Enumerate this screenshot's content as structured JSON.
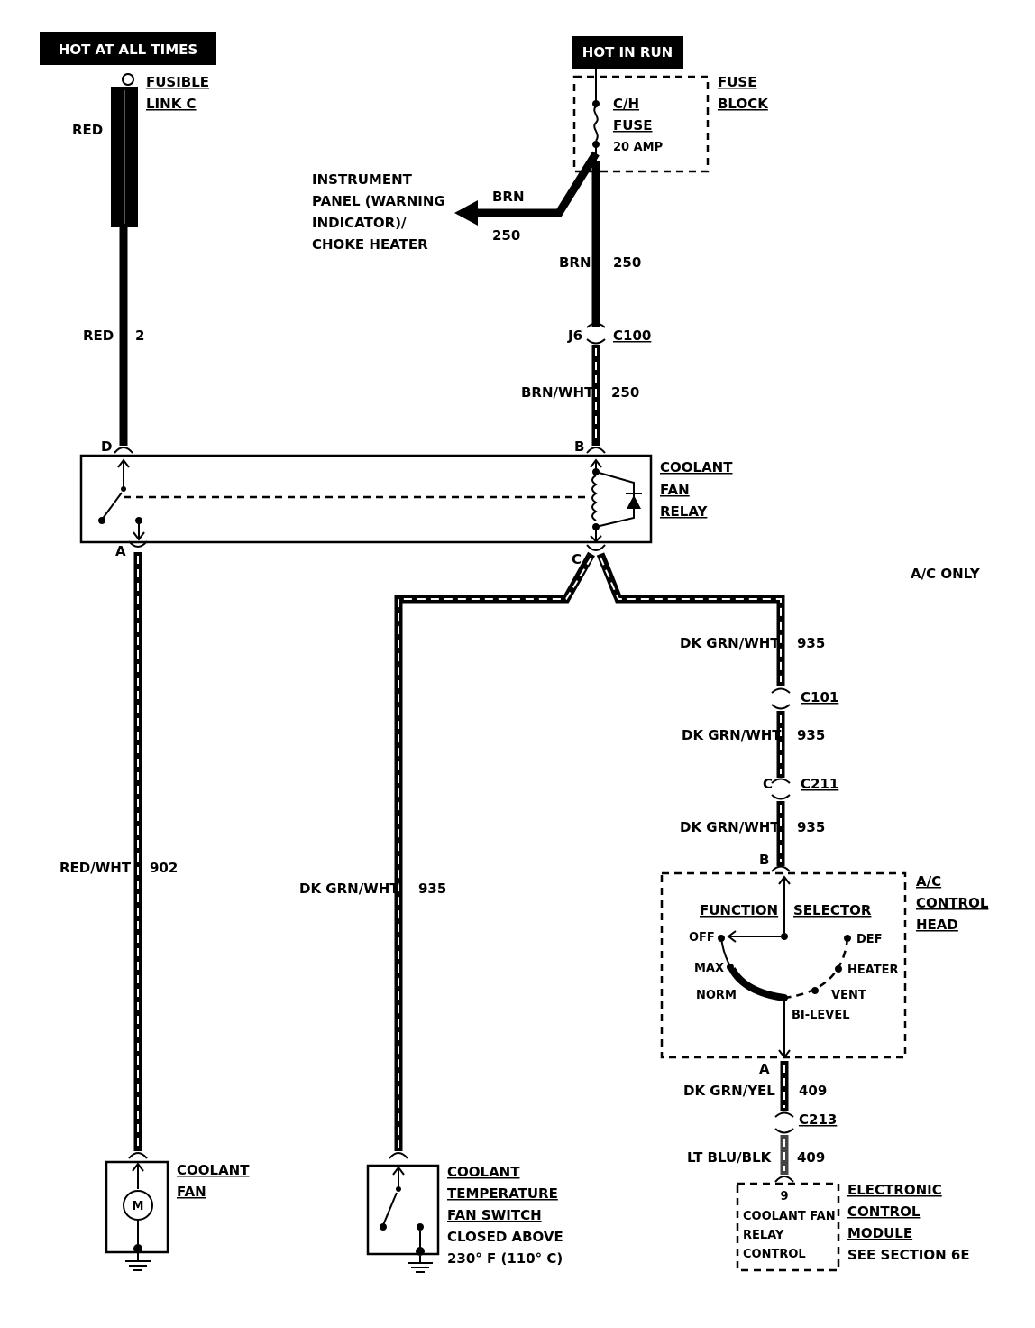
{
  "sources": {
    "hot_at_all_times": "HOT AT ALL TIMES",
    "hot_in_run": "HOT IN RUN"
  },
  "fusible_link": {
    "line1": "FUSIBLE",
    "line2": "LINK C"
  },
  "fuse_block": {
    "line1": "FUSE",
    "line2": "BLOCK"
  },
  "fuse": {
    "line1": "C/H",
    "line2": "FUSE",
    "rating": "20 AMP"
  },
  "wires": {
    "red_top": "RED",
    "red_mid": "RED",
    "red_mid_num": "2",
    "brn_branch": "BRN",
    "brn_branch_num": "250",
    "brn_main": "BRN",
    "brn_main_num": "250",
    "brn_wht": "BRN/WHT",
    "brn_wht_num": "250",
    "red_wht": "RED/WHT",
    "red_wht_num": "902",
    "dk_grn_wht_left": "DK GRN/WHT",
    "dk_grn_wht_left_num": "935",
    "dk_grn_wht_1": "DK GRN/WHT",
    "dk_grn_wht_1_num": "935",
    "dk_grn_wht_2": "DK GRN/WHT",
    "dk_grn_wht_2_num": "935",
    "dk_grn_wht_3": "DK GRN/WHT",
    "dk_grn_wht_3_num": "935",
    "dk_grn_yel": "DK GRN/YEL",
    "dk_grn_yel_num": "409",
    "lt_blu_blk": "LT BLU/BLK",
    "lt_blu_blk_num": "409"
  },
  "instrument_panel": {
    "line1": "INSTRUMENT",
    "line2": "PANEL (WARNING",
    "line3": "INDICATOR)/",
    "line4": "CHOKE HEATER"
  },
  "connectors": {
    "c100": "C100",
    "c100_pin": "J6",
    "c101": "C101",
    "c211": "C211",
    "c211_pin": "C",
    "c213": "C213"
  },
  "relay": {
    "line1": "COOLANT",
    "line2": "FAN",
    "line3": "RELAY",
    "pin_d": "D",
    "pin_b": "B",
    "pin_a": "A",
    "pin_c": "C"
  },
  "ac_only": "A/C ONLY",
  "ac_head": {
    "line1": "A/C",
    "line2": "CONTROL",
    "line3": "HEAD",
    "function": "FUNCTION",
    "selector": "SELECTOR",
    "pin_b": "B",
    "pin_a": "A",
    "pos_off": "OFF",
    "pos_def": "DEF",
    "pos_max": "MAX",
    "pos_heater": "HEATER",
    "pos_norm": "NORM",
    "pos_vent": "VENT",
    "pos_bilevel": "BI-LEVEL"
  },
  "coolant_fan": {
    "line1": "COOLANT",
    "line2": "FAN",
    "motor": "M"
  },
  "temp_switch": {
    "line1": "COOLANT",
    "line2": "TEMPERATURE",
    "line3": "FAN SWITCH",
    "line4": "CLOSED ABOVE",
    "line5": "230° F (110° C)"
  },
  "ecm": {
    "pin": "9",
    "line1": "COOLANT FAN",
    "line2": "RELAY",
    "line3": "CONTROL",
    "title1": "ELECTRONIC",
    "title2": "CONTROL",
    "title3": "MODULE",
    "title4": "SEE SECTION 6E"
  }
}
